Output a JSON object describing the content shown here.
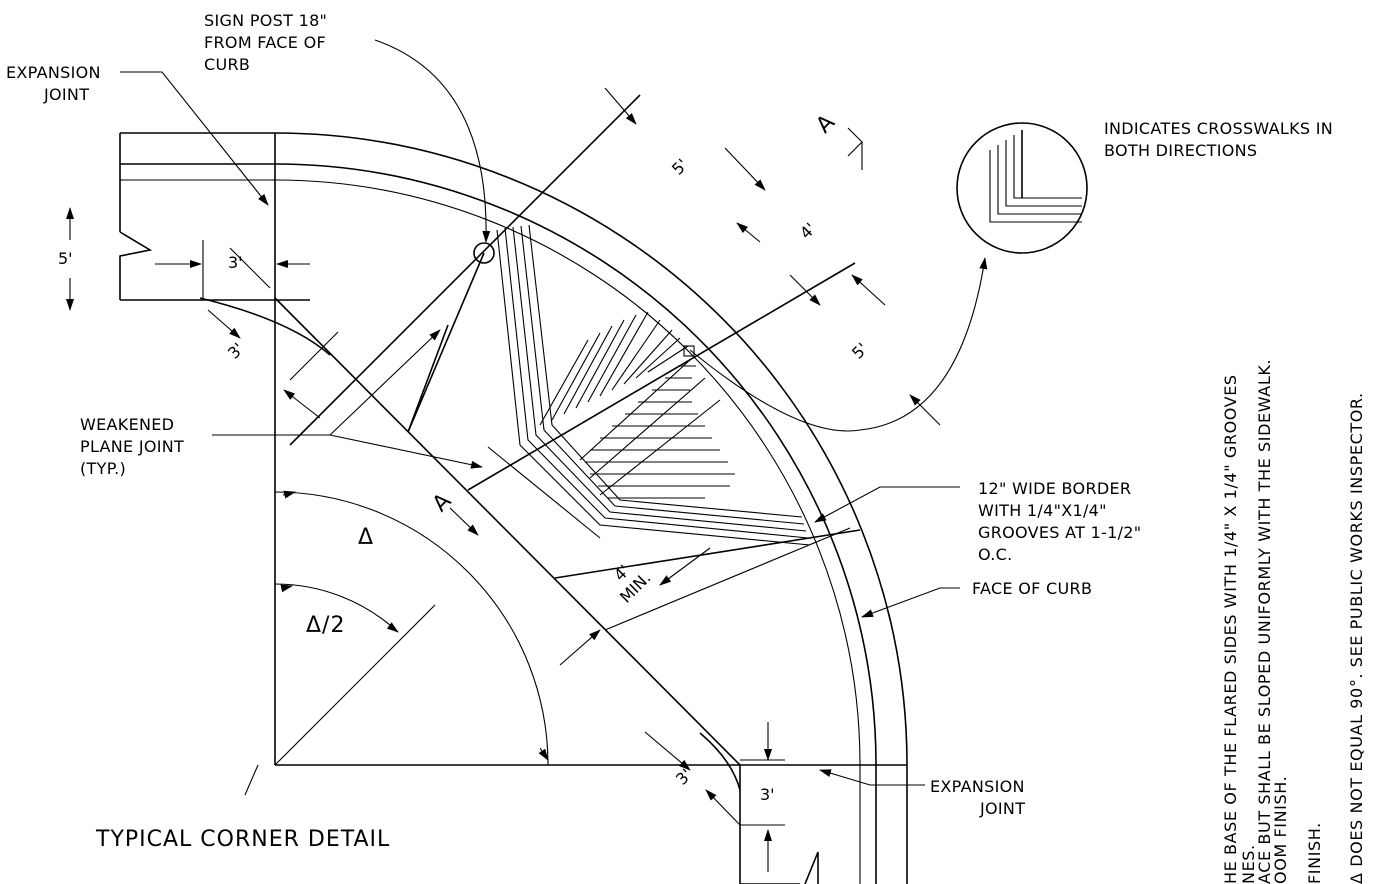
{
  "diagram": {
    "title": "TYPICAL CORNER DETAIL",
    "labels": {
      "sign_post": [
        "SIGN POST 18\"",
        "FROM FACE OF",
        "CURB"
      ],
      "expansion_joint_top": [
        "EXPANSION",
        "JOINT"
      ],
      "expansion_joint_bottom": [
        "EXPANSION",
        "JOINT"
      ],
      "weakened_plane": [
        "WEAKENED",
        "PLANE JOINT",
        "(TYP.)"
      ],
      "crosswalk_legend": [
        "INDICATES CROSSWALKS IN",
        "BOTH DIRECTIONS"
      ],
      "border": [
        "12\" WIDE BORDER",
        "WITH 1/4\"X1/4\"",
        "GROOVES AT 1-1/2\"",
        "O.C."
      ],
      "face_of_curb": "FACE OF CURB"
    },
    "dimensions": {
      "five_left": "5'",
      "three_top": "3'",
      "three_left": "3'",
      "five_ramp_a": "5'",
      "four_ramp": "4'",
      "five_ramp_b": "5'",
      "four_min": [
        "4'",
        "MIN."
      ],
      "three_bottom": "3'",
      "three_bottom_right": "3'",
      "delta": "Δ",
      "delta_half": "Δ/2"
    },
    "section_marks": {
      "top": "A",
      "bottom": "A"
    },
    "notes": [
      "HE BASE OF THE FLARED SIDES WITH 1/4\" X 1/4\" GROOVES",
      "NES.",
      "ACE BUT SHALL BE SLOPED UNIFORMLY WITH THE SIDEWALK.",
      "OOM FINISH.",
      "FINISH.",
      "Δ DOES NOT EQUAL 90°. SEE PUBLIC WORKS INSPECTOR."
    ]
  }
}
